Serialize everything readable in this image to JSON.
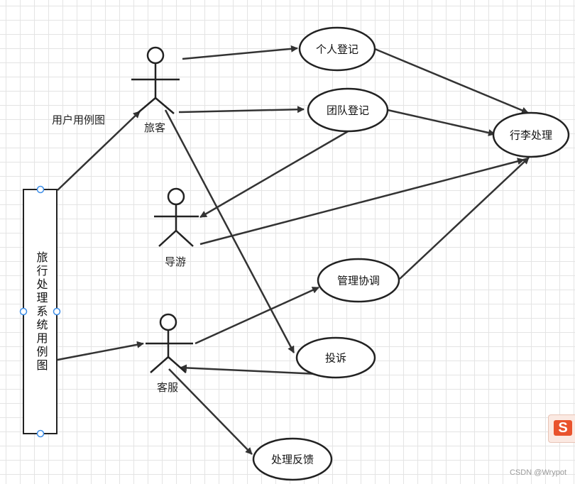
{
  "diagram": {
    "system_box_label": "旅行处理系统用例图",
    "caption": "用户用例图",
    "actors": {
      "traveler": "旅客",
      "guide": "导游",
      "service": "客服"
    },
    "use_cases": {
      "personal_register": "个人登记",
      "group_register": "团队登记",
      "luggage": "行李处理",
      "coordination": "管理协调",
      "complaint": "投诉",
      "feedback": "处理反馈"
    }
  },
  "footer": {
    "watermark": "CSDN @Wrypot",
    "sogou_letter": "S"
  },
  "colors": {
    "line": "#333333",
    "handle": "#3d8ee8",
    "grid": "#e4e4e4"
  }
}
